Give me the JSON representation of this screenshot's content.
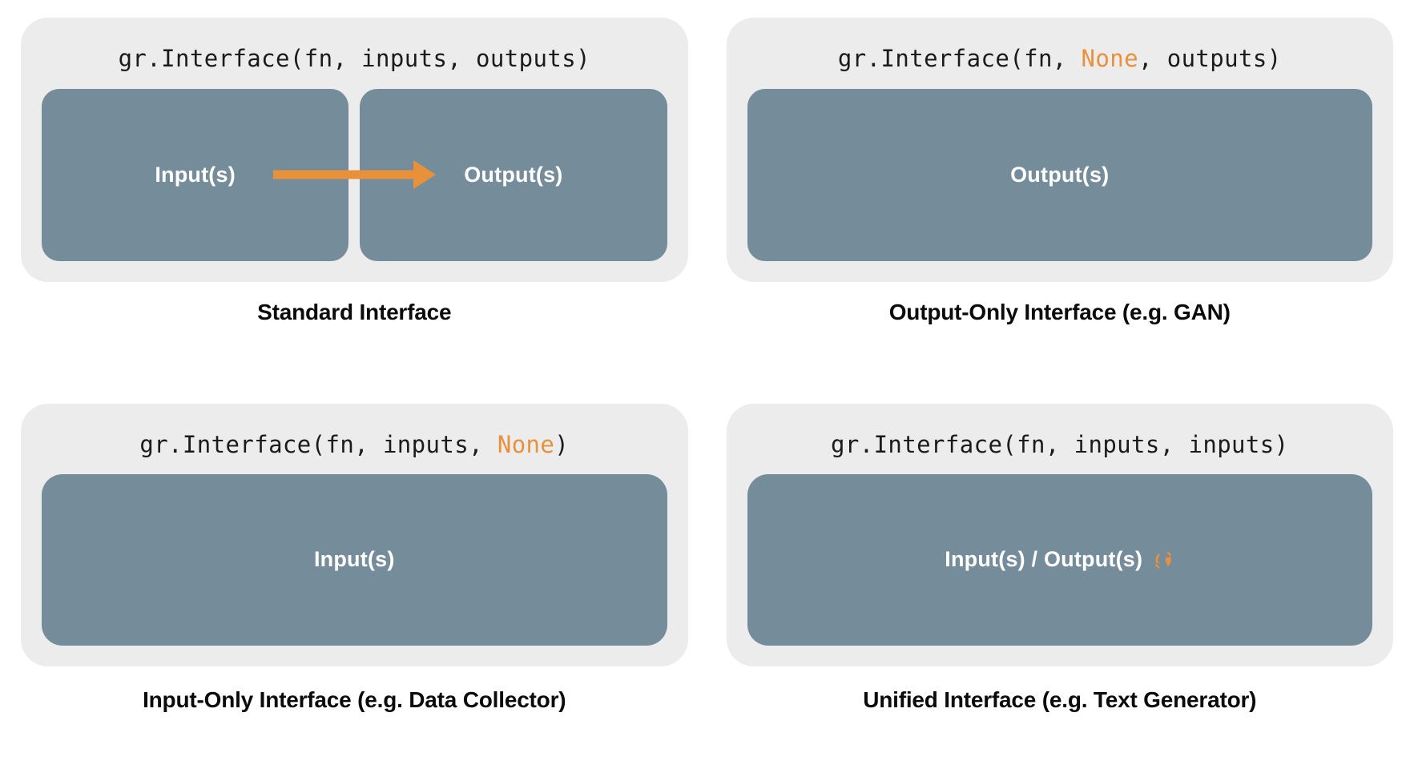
{
  "theme": {
    "page_background": "#ffffff",
    "card_background": "#ececec",
    "box_color": "#758d9b",
    "accent_color": "#e8913a",
    "code_color": "#1b1b1b",
    "caption_color": "#0b0b0b",
    "box_label_color": "#ffffff"
  },
  "panels": [
    {
      "id": "standard-interface",
      "code": {
        "prefix": "gr.Interface(fn, inputs, outputs)",
        "highlight": "",
        "suffix": ""
      },
      "boxes": [
        {
          "label": "Input(s)"
        },
        {
          "label": "Output(s)"
        }
      ],
      "arrow": {
        "present": true,
        "direction": "left-to-right",
        "color": "#e8913a",
        "icon": "arrow-right-icon"
      },
      "loop_icon": {
        "present": false,
        "name": "loop-icon",
        "color": "#e8913a"
      },
      "caption": "Standard Interface"
    },
    {
      "id": "output-only-interface",
      "code": {
        "prefix": "gr.Interface(fn, ",
        "highlight": "None",
        "suffix": ", outputs)"
      },
      "boxes": [
        {
          "label": "Output(s)"
        }
      ],
      "arrow": {
        "present": false,
        "direction": "",
        "color": "#e8913a",
        "icon": "arrow-right-icon"
      },
      "loop_icon": {
        "present": false,
        "name": "loop-icon",
        "color": "#e8913a"
      },
      "caption": "Output-Only Interface (e.g. GAN)"
    },
    {
      "id": "input-only-interface",
      "code": {
        "prefix": "gr.Interface(fn, inputs, ",
        "highlight": "None",
        "suffix": ")"
      },
      "boxes": [
        {
          "label": "Input(s)"
        }
      ],
      "arrow": {
        "present": false,
        "direction": "",
        "color": "#e8913a",
        "icon": "arrow-right-icon"
      },
      "loop_icon": {
        "present": false,
        "name": "loop-icon",
        "color": "#e8913a"
      },
      "caption": "Input-Only Interface (e.g. Data Collector)"
    },
    {
      "id": "unified-interface",
      "code": {
        "prefix": "gr.Interface(fn, inputs, inputs)",
        "highlight": "",
        "suffix": ""
      },
      "boxes": [
        {
          "label": "Input(s) / Output(s)"
        }
      ],
      "arrow": {
        "present": false,
        "direction": "",
        "color": "#e8913a",
        "icon": "arrow-right-icon"
      },
      "loop_icon": {
        "present": true,
        "name": "loop-icon",
        "color": "#e8913a"
      },
      "caption": "Unified Interface (e.g. Text Generator)"
    }
  ]
}
